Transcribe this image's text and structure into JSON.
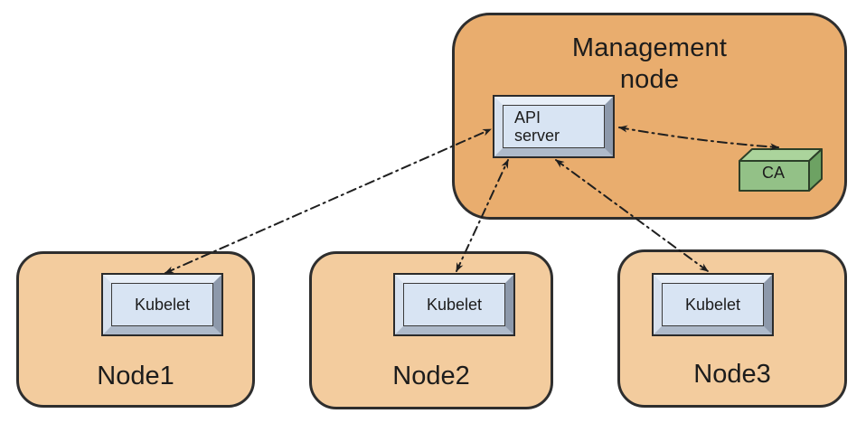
{
  "management_node": {
    "title": "Management\nnode",
    "components": {
      "api_server": {
        "label": "API server"
      },
      "ca": {
        "label": "CA"
      }
    }
  },
  "nodes": [
    {
      "name": "Node1",
      "component": {
        "label": "Kubelet"
      }
    },
    {
      "name": "Node2",
      "component": {
        "label": "Kubelet"
      }
    },
    {
      "name": "Node3",
      "component": {
        "label": "Kubelet"
      }
    }
  ],
  "connections": [
    {
      "from": "API server",
      "to": "Kubelet (Node1)",
      "style": "dash-dot",
      "bidirectional": true
    },
    {
      "from": "API server",
      "to": "Kubelet (Node2)",
      "style": "dash-dot",
      "bidirectional": true
    },
    {
      "from": "API server",
      "to": "Kubelet (Node3)",
      "style": "dash-dot",
      "bidirectional": true
    },
    {
      "from": "API server",
      "to": "CA",
      "style": "dash-dot",
      "bidirectional": true
    }
  ],
  "colors": {
    "management_fill": "#e9ad6e",
    "node_fill": "#f3cc9e",
    "component_fill": "#d8e4f3",
    "ca_front": "#93c187",
    "ca_top": "#abd49c",
    "ca_side": "#6da263",
    "outline": "#2e2e2e",
    "connector": "#1f1f1f",
    "text": "#1c1c1c"
  }
}
